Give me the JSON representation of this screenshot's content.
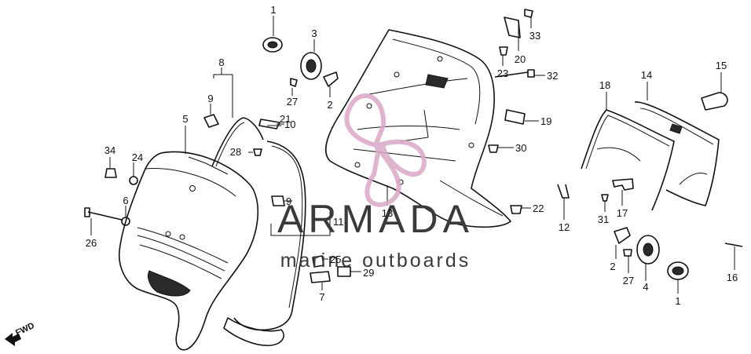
{
  "diagram": {
    "labels": {
      "p1a": "1",
      "p1b": "1",
      "p2a": "2",
      "p2b": "2",
      "p3": "3",
      "p4": "4",
      "p5": "5",
      "p6": "6",
      "p7": "7",
      "p8": "8",
      "p9a": "9",
      "p9b": "9",
      "p10": "10",
      "p11": "11",
      "p12": "12",
      "p13": "13",
      "p14": "14",
      "p15": "15",
      "p16": "16",
      "p17": "17",
      "p18": "18",
      "p19": "19",
      "p20": "20",
      "p21": "21",
      "p22": "22",
      "p23": "23",
      "p24": "24",
      "p25": "25",
      "p26": "26",
      "p27a": "27",
      "p27b": "27",
      "p28": "28",
      "p29": "29",
      "p30": "30",
      "p31": "31",
      "p32": "32",
      "p33": "33",
      "p34": "34"
    },
    "direction_marker": "FWD",
    "watermark": {
      "brand": "ARMADA",
      "tagline": "marine outboards",
      "logo_color": "#d9a7c6"
    }
  }
}
